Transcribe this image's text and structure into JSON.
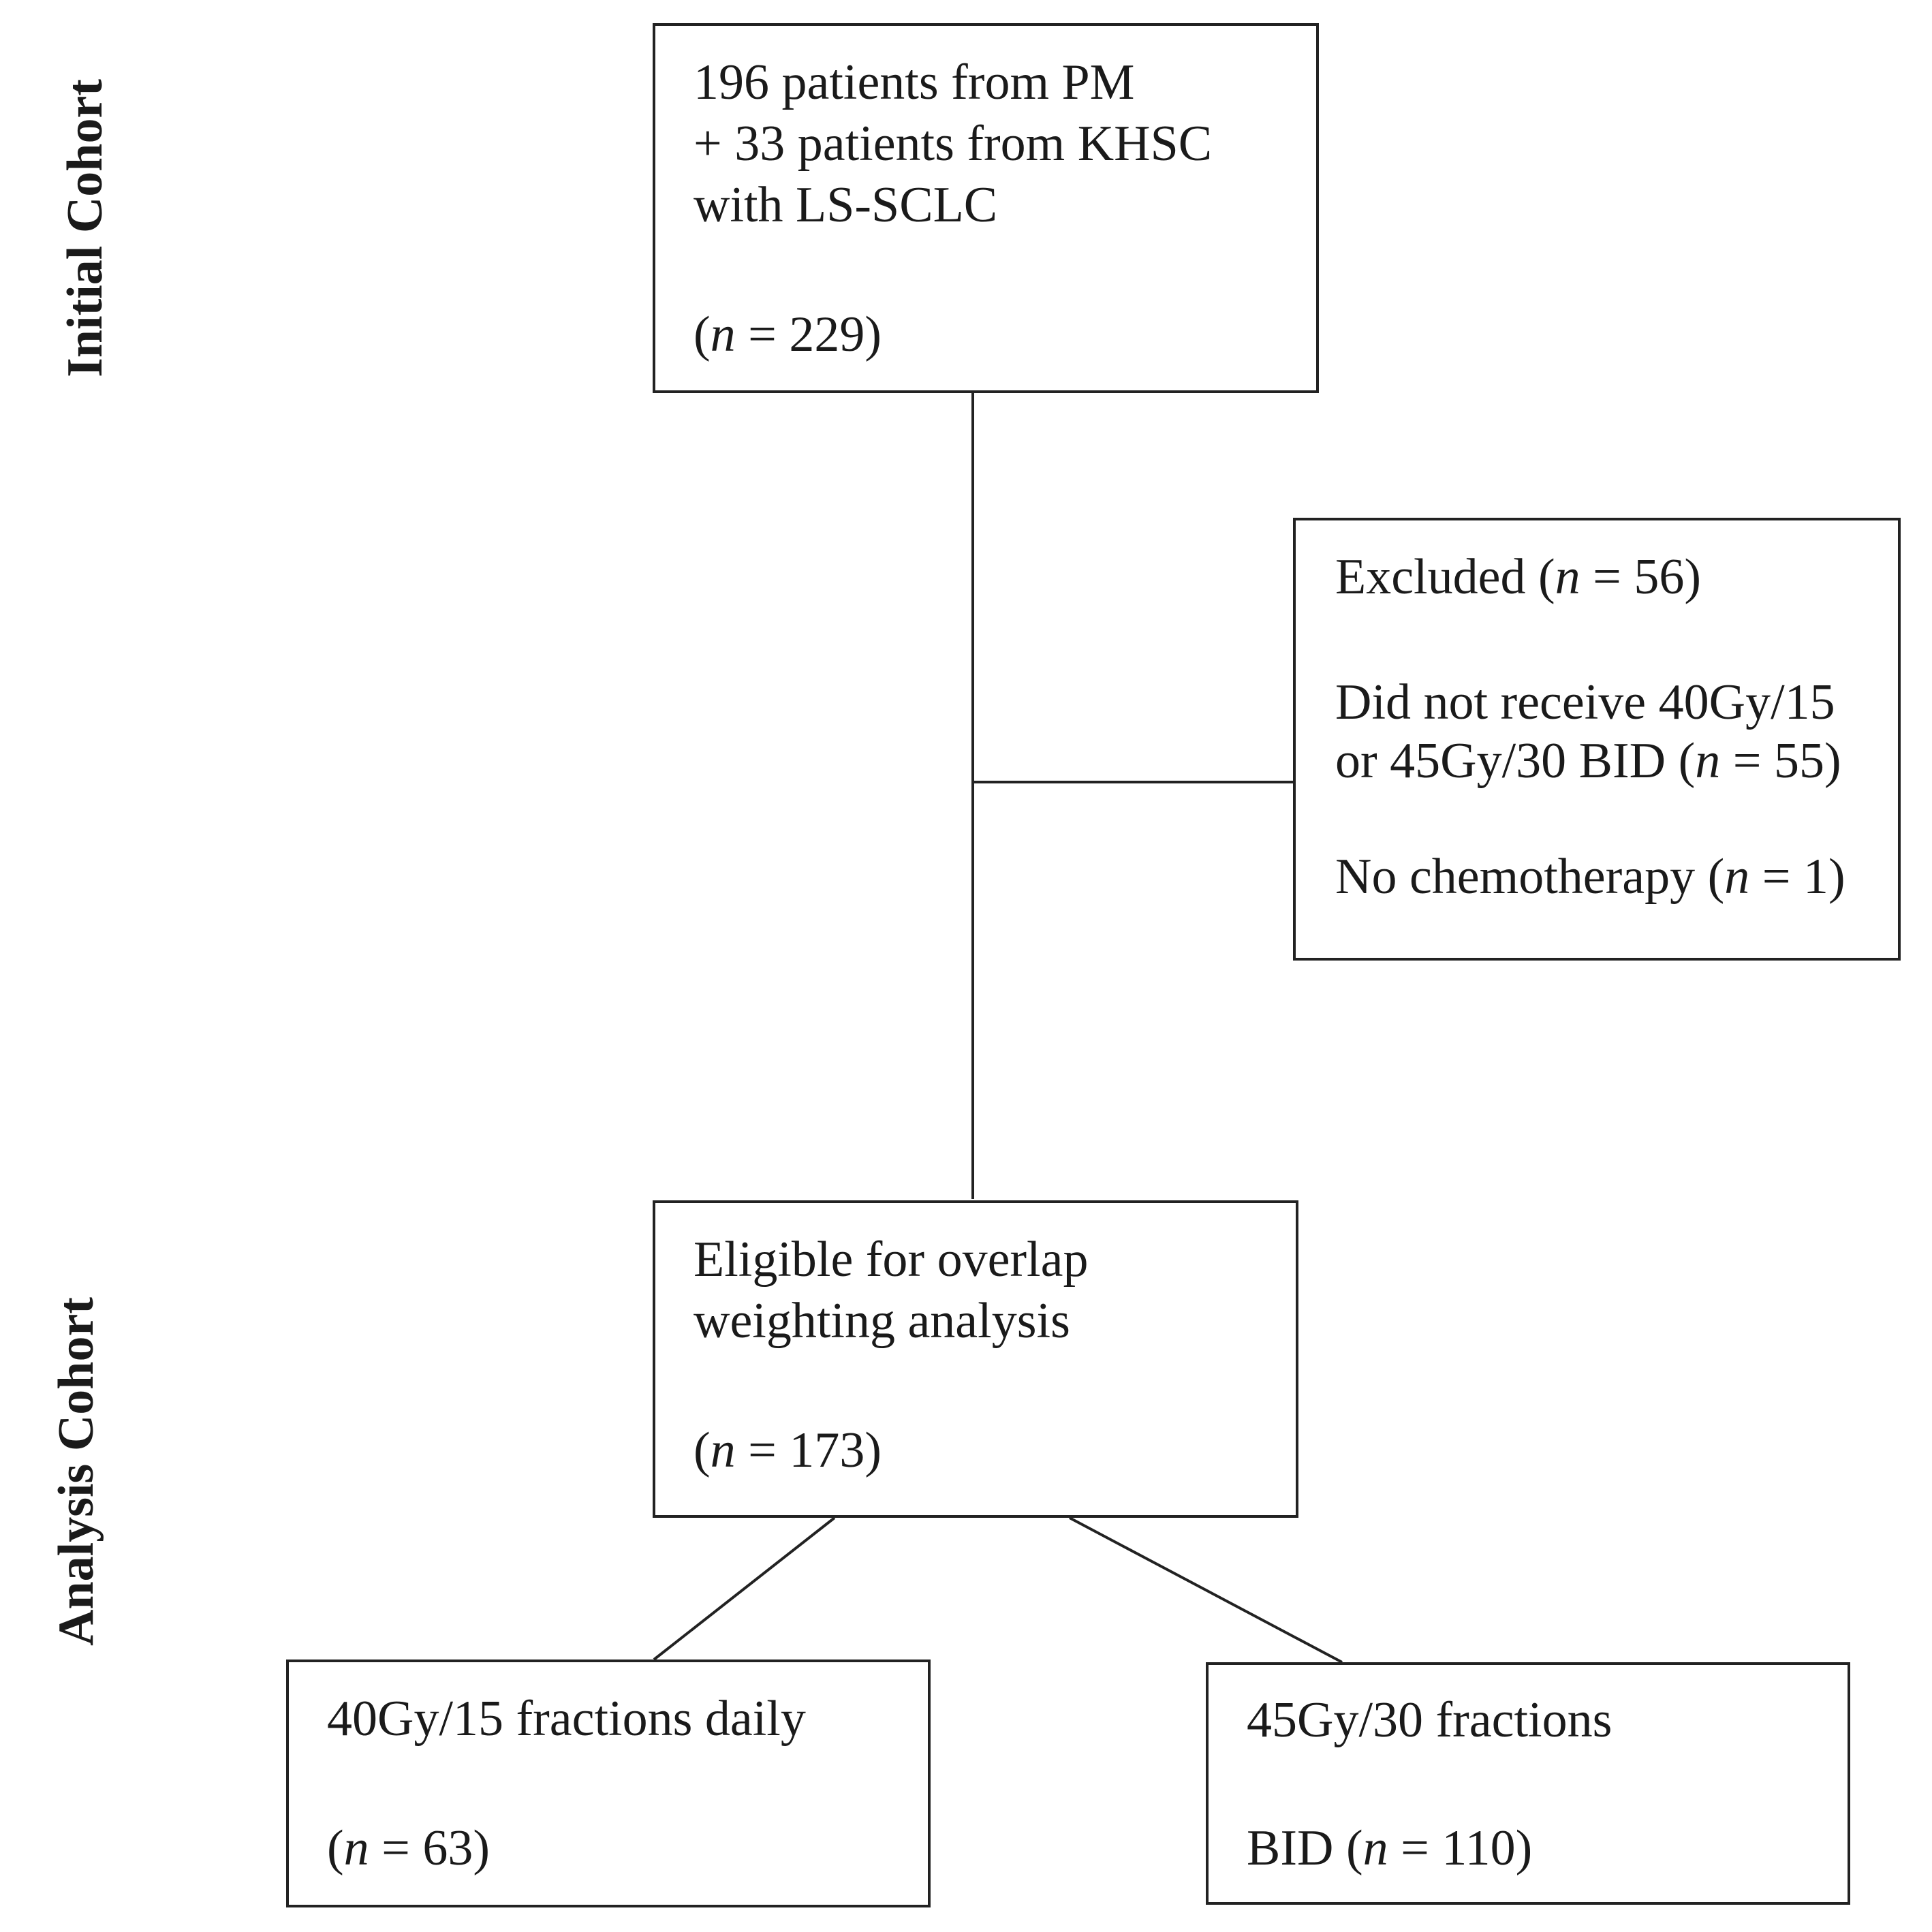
{
  "side_labels": {
    "initial": "Initial Cohort",
    "analysis": "Analysis Cohort"
  },
  "initial_box": {
    "line1": "196 patients from PM",
    "line2": "+ 33 patients from KHSC",
    "line3": "with LS-SCLC",
    "count_open": "(",
    "count_n": "n",
    "count_close": " = 229)"
  },
  "excluded_box": {
    "title_prefix": "Excluded (",
    "title_n": "n",
    "title_suffix": " = 56)",
    "reason1_line1": "Did not receive 40Gy/15",
    "reason1_line2_prefix": "or 45Gy/30 BID (",
    "reason1_n": "n",
    "reason1_line2_suffix": " = 55)",
    "reason2_prefix": "No chemotherapy (",
    "reason2_n": "n",
    "reason2_suffix": " = 1)"
  },
  "eligible_box": {
    "line1": "Eligible for overlap",
    "line2": "weighting analysis",
    "count_open": "(",
    "count_n": "n",
    "count_close": " = 173)"
  },
  "arm1_box": {
    "line1": "40Gy/15 fractions daily",
    "count_open": "(",
    "count_n": "n",
    "count_close": " = 63)"
  },
  "arm2_box": {
    "line1": "45Gy/30 fractions",
    "count_prefix": "BID (",
    "count_n": "n",
    "count_close": " = 110)"
  }
}
